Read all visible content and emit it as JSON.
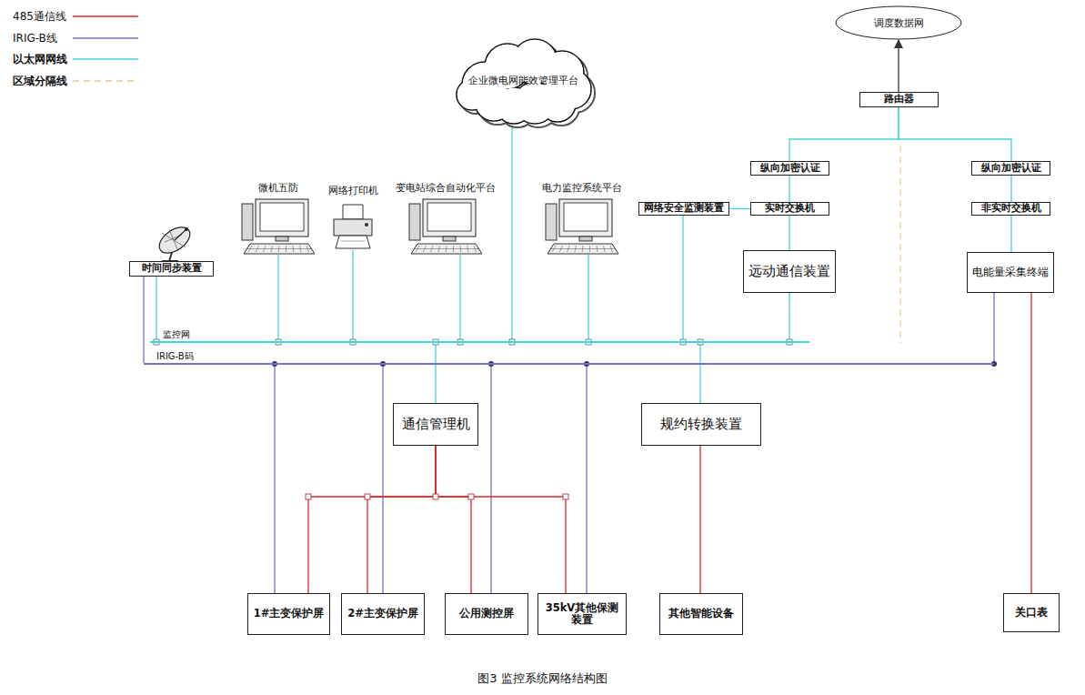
{
  "diagram": {
    "caption": "图3 监控系统网络结构图",
    "nodes": [
      {
        "text": [
          "调度数据网"
        ]
      },
      {
        "text": [
          "企业微电网能效管理平台"
        ]
      },
      {
        "text": [
          "路由器"
        ]
      },
      {
        "text": [
          "纵向加密认证"
        ]
      },
      {
        "text": [
          "纵向加密认证"
        ]
      },
      {
        "text": [
          "时间同步装置"
        ]
      },
      {
        "text": [
          "微机五防"
        ]
      },
      {
        "text": [
          "网络打印机"
        ]
      },
      {
        "text": [
          "变电站综合自动化平台"
        ]
      },
      {
        "text": [
          "电力监控系统平台"
        ]
      },
      {
        "text": [
          "网络安全监测装置"
        ]
      },
      {
        "text": [
          "实时交换机"
        ]
      },
      {
        "text": [
          "非实时交换机"
        ]
      },
      {
        "text": [
          "远动通信装置"
        ]
      },
      {
        "text": [
          "电能量采集终端"
        ]
      },
      {
        "text": [
          "监控网"
        ]
      },
      {
        "text": [
          "IRIG-B码"
        ]
      },
      {
        "text": [
          "通信管理机"
        ]
      },
      {
        "text": [
          "规约转换装置"
        ]
      },
      {
        "text": [
          "1#主变保护屏"
        ]
      },
      {
        "text": [
          "2#主变保护屏"
        ]
      },
      {
        "text": [
          "公用测控屏"
        ]
      },
      {
        "text": [
          "35kV其他保测装置"
        ]
      },
      {
        "text": [
          "其他智能设备"
        ]
      },
      {
        "text": [
          "关口表"
        ]
      }
    ],
    "edges": [
      {
        "from": 2,
        "to": 0,
        "arrow": "to"
      },
      {
        "from": 2,
        "to": 3,
        "arrow": "none"
      },
      {
        "from": 2,
        "to": 4,
        "arrow": "none"
      },
      {
        "from": 3,
        "to": 11,
        "arrow": "none"
      },
      {
        "from": 4,
        "to": 12,
        "arrow": "none"
      },
      {
        "from": 11,
        "to": 13,
        "arrow": "none"
      },
      {
        "from": 12,
        "to": 14,
        "arrow": "none"
      },
      {
        "from": 10,
        "to": 11,
        "arrow": "none"
      },
      {
        "from": 13,
        "to": 15,
        "arrow": "none"
      },
      {
        "from": 10,
        "to": 15,
        "arrow": "none"
      },
      {
        "from": 5,
        "to": 15,
        "arrow": "none"
      },
      {
        "from": 5,
        "to": 16,
        "arrow": "none"
      },
      {
        "from": 6,
        "to": 15,
        "arrow": "none"
      },
      {
        "from": 7,
        "to": 15,
        "arrow": "none"
      },
      {
        "from": 8,
        "to": 15,
        "arrow": "none"
      },
      {
        "from": 1,
        "to": 15,
        "arrow": "none"
      },
      {
        "from": 9,
        "to": 15,
        "arrow": "none"
      },
      {
        "from": 17,
        "to": 15,
        "arrow": "none"
      },
      {
        "from": 18,
        "to": 15,
        "arrow": "none"
      },
      {
        "from": 14,
        "to": 16,
        "arrow": "none"
      },
      {
        "from": 16,
        "to": 19,
        "arrow": "none"
      },
      {
        "from": 16,
        "to": 20,
        "arrow": "none"
      },
      {
        "from": 16,
        "to": 21,
        "arrow": "none"
      },
      {
        "from": 16,
        "to": 22,
        "arrow": "none"
      },
      {
        "from": 17,
        "to": 19,
        "arrow": "none"
      },
      {
        "from": 17,
        "to": 20,
        "arrow": "none"
      },
      {
        "from": 17,
        "to": 21,
        "arrow": "none"
      },
      {
        "from": 17,
        "to": 22,
        "arrow": "none"
      },
      {
        "from": 18,
        "to": 23,
        "arrow": "none"
      },
      {
        "from": 14,
        "to": 24,
        "arrow": "none"
      }
    ],
    "legend": [
      {
        "text": "485通信线"
      },
      {
        "text": "IRIG-B线"
      },
      {
        "text": "以太网网线"
      },
      {
        "text": "区域分隔线"
      }
    ]
  }
}
